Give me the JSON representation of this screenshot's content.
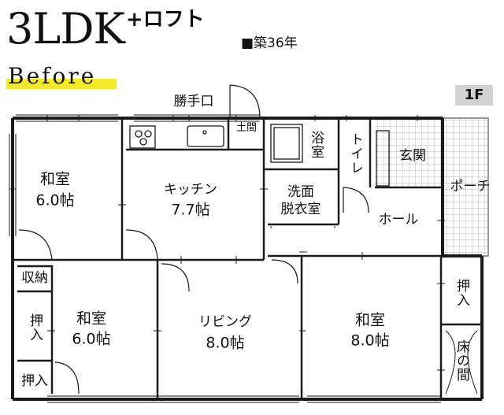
{
  "header": {
    "layout": "3LDK",
    "suffix": "+ロフト",
    "age": "■築36年",
    "phase": "Before",
    "floor": "1F",
    "highlight_color": "#f4ea2a"
  },
  "rooms": {
    "washitsu_nw": {
      "name": "和室",
      "size": "6.0帖"
    },
    "kitchen": {
      "name": "キッチン",
      "size": "7.7帖"
    },
    "bath": "浴室",
    "toilet": "トイレ",
    "genkan": "玄関",
    "porch": "ポーチ",
    "senmen": {
      "line1": "洗面",
      "line2": "脱衣室"
    },
    "hall": "ホール",
    "domа_label": "土間",
    "katteguchi": "勝手口",
    "shuno": "収納",
    "oshiire_w": "押入",
    "oshiire_sw": "押入",
    "washitsu_sw": {
      "name": "和室",
      "size": "6.0帖"
    },
    "living": {
      "name": "リビング",
      "size": "8.0帖"
    },
    "washitsu_e": {
      "name": "和室",
      "size": "8.0帖"
    },
    "oshiire_e": "押入",
    "tokonoma": "床の間"
  }
}
